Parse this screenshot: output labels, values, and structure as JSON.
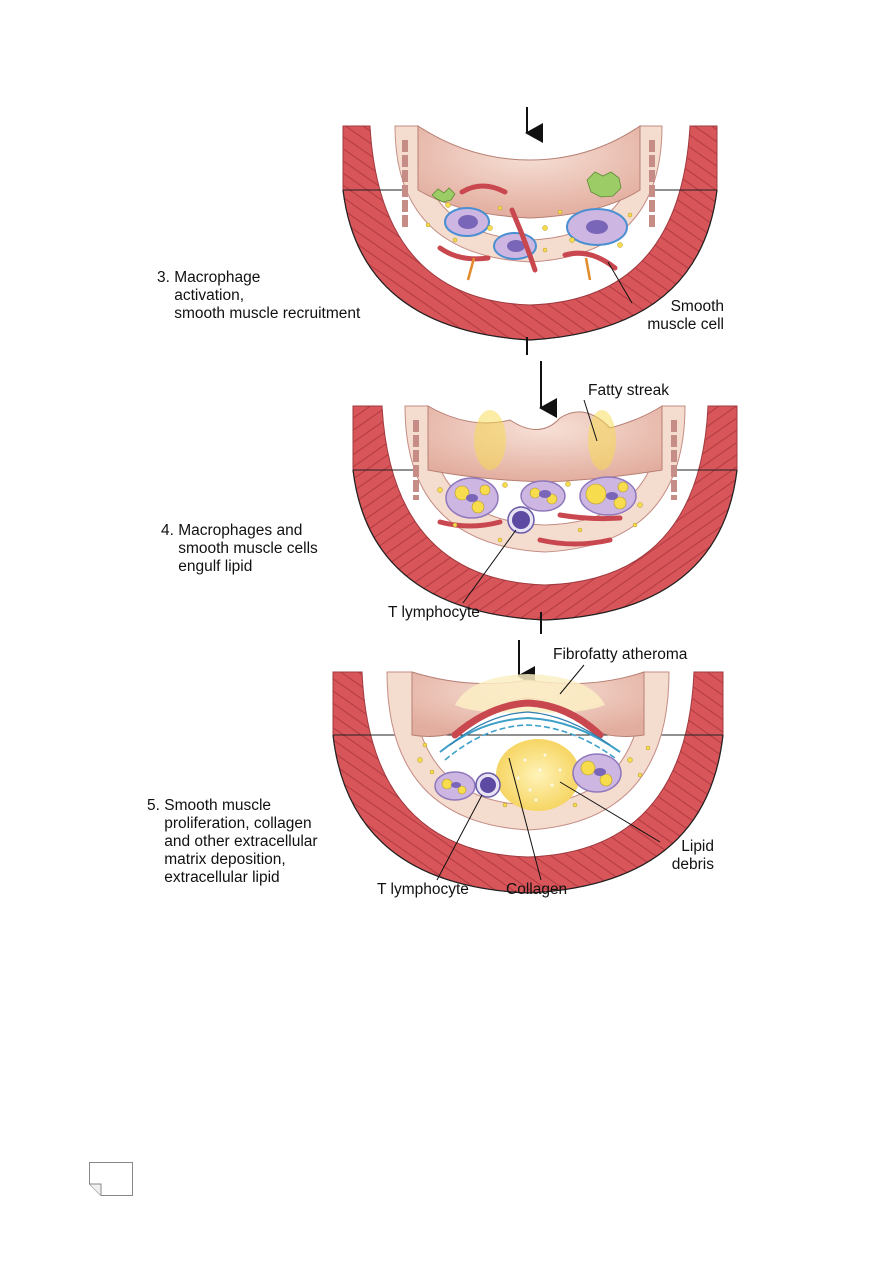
{
  "stages": [
    {
      "id": "stage3",
      "label": "3. Macrophage\n    activation,\n    smooth muscle recruitment"
    },
    {
      "id": "stage4",
      "label": "4. Macrophages and\n    smooth muscle cells\n    engulf lipid"
    },
    {
      "id": "stage5",
      "label": "5. Smooth muscle\n    proliferation, collagen\n    and other extracellular\n    matrix deposition,\n    extracellular lipid"
    }
  ],
  "callouts": {
    "smooth_muscle_cell": "Smooth\nmuscle cell",
    "fatty_streak": "Fatty streak",
    "t_lymphocyte_4": "T lymphocyte",
    "fibrofatty_atheroma": "Fibrofatty atheroma",
    "lipid_debris": "Lipid\ndebris",
    "t_lymphocyte_5": "T lymphocyte",
    "collagen": "Collagen"
  },
  "colors": {
    "media": "#d8565a",
    "media_dark": "#b43b42",
    "adventitia": "#e9a0a3",
    "intima": "#f4dccf",
    "lumen": "#f3d2c5",
    "lumen_shade": "#e6b7a8",
    "macrophage": "#cdb7e2",
    "nucleus": "#7a66b8",
    "lipid": "#f7dc4e",
    "foam_green": "#9ccc65",
    "collagen": "#3ea0c8",
    "core": "#fbe89a"
  }
}
